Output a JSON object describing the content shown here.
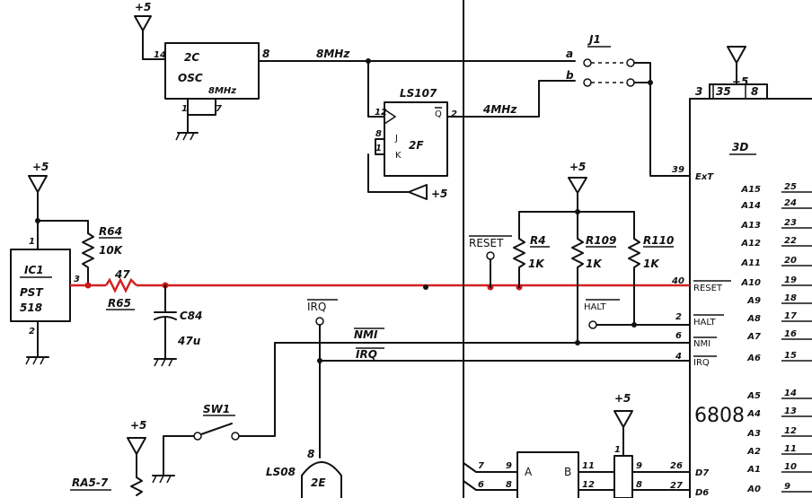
{
  "colors": {
    "ink": "#111111",
    "highlight": "#d42020",
    "paper": "#ffffff"
  },
  "power": {
    "osc": "+5",
    "ff": "+5",
    "ic1": "+5",
    "reset_pullups": "+5",
    "cpu": "+5",
    "ic_lower": "+5",
    "ra": "+5"
  },
  "osc": {
    "ref": "2C",
    "type": "OSC",
    "freq": "8MHz",
    "pin_vcc": "14",
    "pin_out": "8",
    "pin_gnd": "1",
    "pin_7": "7"
  },
  "clock_net": "8MHz",
  "ff": {
    "part": "LS107",
    "ref": "2F",
    "clk_pin": "12",
    "q_pin": "2",
    "j_pin": "8",
    "j": "J",
    "k": "K",
    "k_pin": "1",
    "qbar": "Q"
  },
  "clock_div_net": "4MHz",
  "jumper": {
    "ref": "J1",
    "a": "a",
    "b": "b"
  },
  "cpu": {
    "ref": "3D",
    "part": "6808",
    "pins_top": [
      "3",
      "35",
      "8"
    ],
    "ext_pin": "39",
    "ext": "ExT",
    "reset_pin": "40",
    "reset": "RESET",
    "halt_pin": "2",
    "halt": "HALT",
    "nmi_pin": "6",
    "nmi": "NMI",
    "irq_pin": "4",
    "irq": "IRQ",
    "addr": [
      {
        "name": "A15",
        "pin": "25"
      },
      {
        "name": "A14",
        "pin": "24"
      },
      {
        "name": "A13",
        "pin": "23"
      },
      {
        "name": "A12",
        "pin": "22"
      },
      {
        "name": "A11",
        "pin": "20"
      },
      {
        "name": "A10",
        "pin": "19"
      },
      {
        "name": "A9",
        "pin": "18"
      },
      {
        "name": "A8",
        "pin": "17"
      },
      {
        "name": "A7",
        "pin": "16"
      },
      {
        "name": "A6",
        "pin": "15"
      },
      {
        "name": "A5",
        "pin": "14"
      },
      {
        "name": "A4",
        "pin": "13"
      },
      {
        "name": "A3",
        "pin": "12"
      },
      {
        "name": "A2",
        "pin": "11"
      },
      {
        "name": "A1",
        "pin": "10"
      },
      {
        "name": "A0",
        "pin": "9"
      }
    ],
    "data": [
      {
        "name": "D7",
        "pin": "26"
      },
      {
        "name": "D6",
        "pin": "27"
      }
    ]
  },
  "ic1": {
    "ref": "IC1",
    "part": "PST",
    "part2": "518",
    "pin1": "1",
    "pin2": "2",
    "pin3": "3"
  },
  "r64": {
    "ref": "R64",
    "val": "10K"
  },
  "r65": {
    "ref": "R65",
    "val": "47"
  },
  "c84": {
    "ref": "C84",
    "val": "47u"
  },
  "reset_test": "RESET",
  "r4": {
    "ref": "R4",
    "val": "1K"
  },
  "r109": {
    "ref": "R109",
    "val": "1K"
  },
  "r110": {
    "ref": "R110",
    "val": "1K"
  },
  "halt_test": "HALT",
  "irq_test": "IRQ",
  "nets": {
    "nmi": "NMI",
    "irq": "IRQ"
  },
  "sw1": "SW1",
  "gate": {
    "part": "LS08",
    "ref": "2E",
    "pin": "8"
  },
  "lower_ic": {
    "a": "A",
    "b": "B",
    "pins_left": [
      "7",
      "9",
      "6",
      "8"
    ],
    "pins_right": [
      "11",
      "12"
    ],
    "pin1": "1",
    "pins_out": [
      "9",
      "8"
    ]
  },
  "ra": "RA5-7"
}
